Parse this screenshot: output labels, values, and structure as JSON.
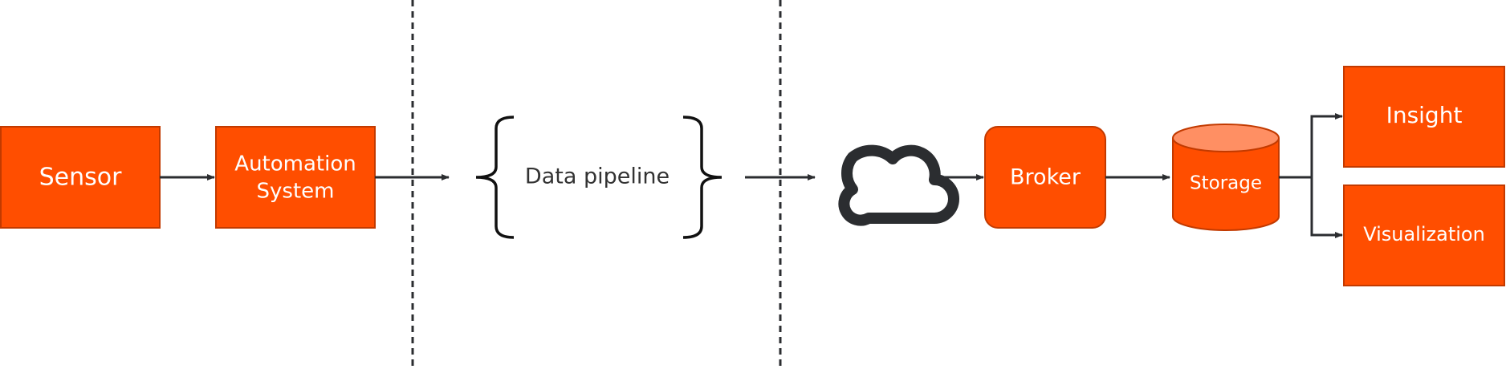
{
  "colors": {
    "box_fill": "#FF4E00",
    "box_stroke": "#C23A00",
    "cylinder_top": "#FF8F63",
    "line": "#2B2D30",
    "text_dark": "#333333"
  },
  "nodes": {
    "sensor": "Sensor",
    "automation_line1": "Automation",
    "automation_line2": "System",
    "pipeline": "Data pipeline",
    "broker": "Broker",
    "storage": "Storage",
    "insight": "Insight",
    "visualization": "Visualization"
  },
  "icons": {
    "cloud": "cloud-icon"
  }
}
